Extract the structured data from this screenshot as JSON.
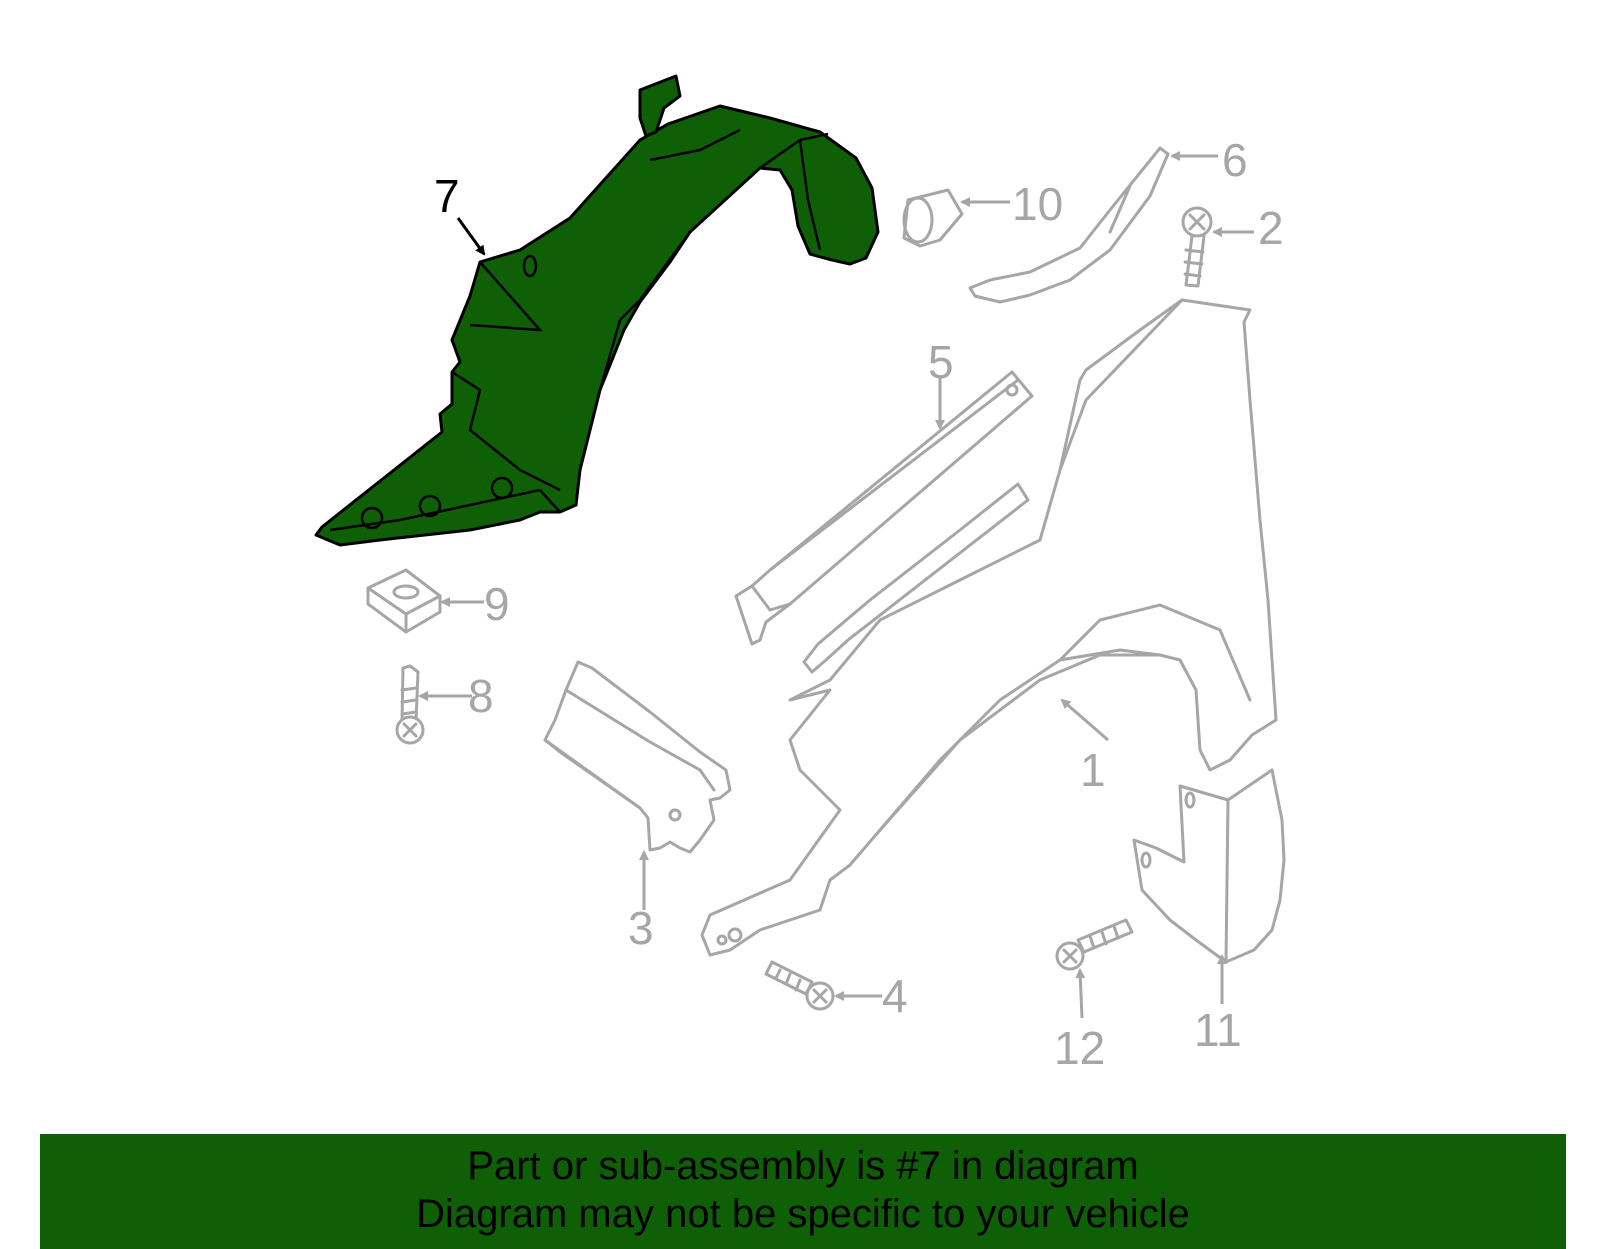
{
  "highlight_part": "7",
  "colors": {
    "highlight_fill": "#0f5f07",
    "highlight_stroke": "#000000",
    "other_parts": "#a6a6a6",
    "banner_bg": "#0f5f07",
    "banner_text": "#000000"
  },
  "callouts": [
    {
      "id": "c1",
      "label": "1",
      "part": "fender"
    },
    {
      "id": "c2",
      "label": "2",
      "part": "screw"
    },
    {
      "id": "c3",
      "label": "3",
      "part": "front-bracket"
    },
    {
      "id": "c4",
      "label": "4",
      "part": "bolt"
    },
    {
      "id": "c5",
      "label": "5",
      "part": "upper-rail"
    },
    {
      "id": "c6",
      "label": "6",
      "part": "seal"
    },
    {
      "id": "c7",
      "label": "7",
      "part": "fender-liner"
    },
    {
      "id": "c8",
      "label": "8",
      "part": "bolt"
    },
    {
      "id": "c9",
      "label": "9",
      "part": "nut"
    },
    {
      "id": "c10",
      "label": "10",
      "part": "clip"
    },
    {
      "id": "c11",
      "label": "11",
      "part": "mud-flap"
    },
    {
      "id": "c12",
      "label": "12",
      "part": "screw"
    }
  ],
  "banner": {
    "line1": "Part or sub-assembly is #7 in diagram",
    "line2": "Diagram may not be specific to your vehicle"
  }
}
